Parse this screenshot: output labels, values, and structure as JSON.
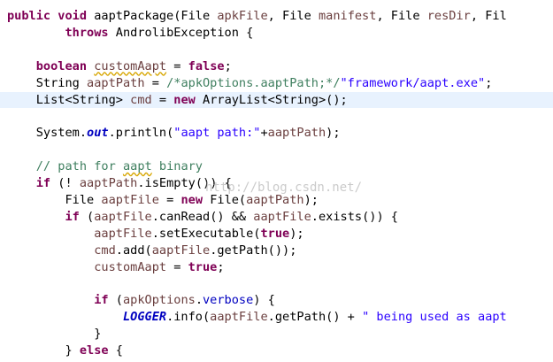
{
  "editor": {
    "watermark": "http://blog.csdn.net/",
    "lines": [
      [
        {
          "t": "public void ",
          "k": "kw"
        },
        {
          "t": "aaptPackage(File "
        },
        {
          "t": "apkFile",
          "k": "var"
        },
        {
          "t": ", File "
        },
        {
          "t": "manifest",
          "k": "var"
        },
        {
          "t": ", File "
        },
        {
          "t": "resDir",
          "k": "var"
        },
        {
          "t": ", Fil"
        }
      ],
      [
        {
          "t": "        "
        },
        {
          "t": "throws",
          "k": "kw"
        },
        {
          "t": " AndrolibException {"
        }
      ],
      [],
      [
        {
          "t": "    "
        },
        {
          "t": "boolean",
          "k": "kw"
        },
        {
          "t": " "
        },
        {
          "t": "customAapt",
          "k": "var warn"
        },
        {
          "t": " = "
        },
        {
          "t": "false",
          "k": "kw"
        },
        {
          "t": ";"
        }
      ],
      [
        {
          "t": "    String "
        },
        {
          "t": "aaptPath",
          "k": "var"
        },
        {
          "t": " = "
        },
        {
          "t": "/*apkOptions.aaptPath;*/",
          "k": "cm"
        },
        {
          "t": "\"framework/aapt.exe\"",
          "k": "str"
        },
        {
          "t": ";"
        }
      ],
      [
        {
          "t": "    List<String> "
        },
        {
          "t": "cmd",
          "k": "var"
        },
        {
          "t": " = "
        },
        {
          "t": "new",
          "k": "kw"
        },
        {
          "t": " ArrayList<String>();"
        }
      ],
      [],
      [
        {
          "t": "    System."
        },
        {
          "t": "out",
          "k": "sfld"
        },
        {
          "t": ".println("
        },
        {
          "t": "\"aapt path:\"",
          "k": "str"
        },
        {
          "t": "+"
        },
        {
          "t": "aaptPath",
          "k": "var"
        },
        {
          "t": ");"
        }
      ],
      [],
      [
        {
          "t": "    // path for ",
          "k": "cm"
        },
        {
          "t": "aapt",
          "k": "cm warn"
        },
        {
          "t": " binary",
          "k": "cm"
        }
      ],
      [
        {
          "t": "    "
        },
        {
          "t": "if",
          "k": "kw"
        },
        {
          "t": " (! "
        },
        {
          "t": "aaptPath",
          "k": "var"
        },
        {
          "t": ".isEmpty()) {"
        }
      ],
      [
        {
          "t": "        File "
        },
        {
          "t": "aaptFile",
          "k": "var"
        },
        {
          "t": " = "
        },
        {
          "t": "new",
          "k": "kw"
        },
        {
          "t": " File("
        },
        {
          "t": "aaptPath",
          "k": "var"
        },
        {
          "t": ");"
        }
      ],
      [
        {
          "t": "        "
        },
        {
          "t": "if",
          "k": "kw"
        },
        {
          "t": " ("
        },
        {
          "t": "aaptFile",
          "k": "var"
        },
        {
          "t": ".canRead() && "
        },
        {
          "t": "aaptFile",
          "k": "var"
        },
        {
          "t": ".exists()) {"
        }
      ],
      [
        {
          "t": "            "
        },
        {
          "t": "aaptFile",
          "k": "var"
        },
        {
          "t": ".setExecutable("
        },
        {
          "t": "true",
          "k": "kw"
        },
        {
          "t": ");"
        }
      ],
      [
        {
          "t": "            "
        },
        {
          "t": "cmd",
          "k": "var"
        },
        {
          "t": ".add("
        },
        {
          "t": "aaptFile",
          "k": "var"
        },
        {
          "t": ".getPath());"
        }
      ],
      [
        {
          "t": "            "
        },
        {
          "t": "customAapt",
          "k": "var"
        },
        {
          "t": " = "
        },
        {
          "t": "true",
          "k": "kw"
        },
        {
          "t": ";"
        }
      ],
      [],
      [
        {
          "t": "            "
        },
        {
          "t": "if",
          "k": "kw"
        },
        {
          "t": " ("
        },
        {
          "t": "apkOptions",
          "k": "var"
        },
        {
          "t": "."
        },
        {
          "t": "verbose",
          "k": "fld"
        },
        {
          "t": ") {"
        }
      ],
      [
        {
          "t": "                "
        },
        {
          "t": "LOGGER",
          "k": "sfld"
        },
        {
          "t": ".info("
        },
        {
          "t": "aaptFile",
          "k": "var"
        },
        {
          "t": ".getPath() + "
        },
        {
          "t": "\" being used as aapt",
          "k": "str"
        }
      ],
      [
        {
          "t": "            }"
        }
      ],
      [
        {
          "t": "        } "
        },
        {
          "t": "else",
          "k": "kw"
        },
        {
          "t": " {"
        }
      ]
    ]
  }
}
